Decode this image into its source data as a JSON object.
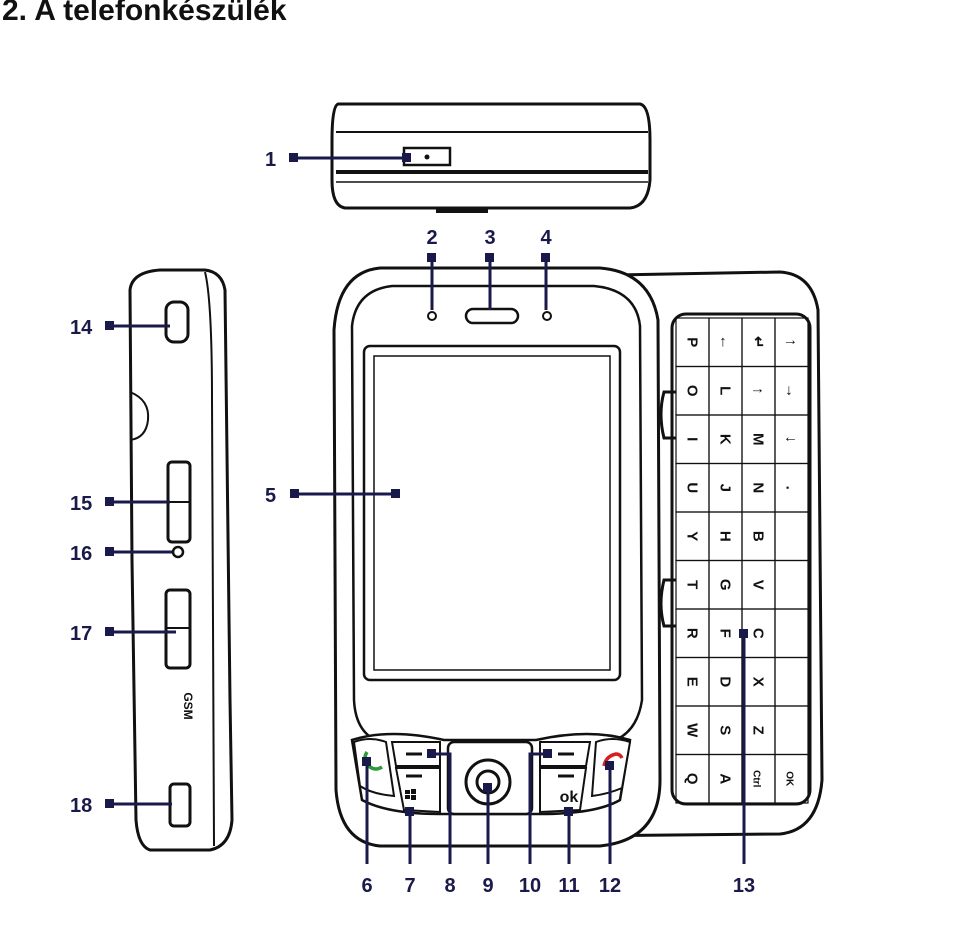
{
  "heading": "2. A telefonkészülék",
  "colors": {
    "outline": "#111111",
    "callout": "#1a1a4a",
    "call_green": "#2e9a3a",
    "end_red": "#d42020",
    "key_grey": "#9a9a9a"
  },
  "callouts": [
    {
      "number": "1"
    },
    {
      "number": "2"
    },
    {
      "number": "3"
    },
    {
      "number": "4"
    },
    {
      "number": "5"
    },
    {
      "number": "6"
    },
    {
      "number": "7"
    },
    {
      "number": "8"
    },
    {
      "number": "9"
    },
    {
      "number": "10"
    },
    {
      "number": "11"
    },
    {
      "number": "12"
    },
    {
      "number": "13"
    },
    {
      "number": "14"
    },
    {
      "number": "15"
    },
    {
      "number": "16"
    },
    {
      "number": "17"
    },
    {
      "number": "18"
    }
  ],
  "device_labels": {
    "ok_key": "ok",
    "side_mark": "GSM",
    "kbd_key_ctrl": "Ctrl",
    "kbd_key_ok": "OK"
  },
  "keyboard": {
    "rows": [
      [
        "P",
        "←",
        "↵",
        "↑"
      ],
      [
        "O",
        "L",
        "↑",
        "→"
      ],
      [
        "I",
        "K",
        "M",
        "↓"
      ],
      [
        "U",
        "J",
        "N",
        "."
      ],
      [
        "Y",
        "H",
        "B",
        ""
      ],
      [
        "T",
        "G",
        "V",
        ""
      ],
      [
        "R",
        "F",
        "C",
        ""
      ],
      [
        "E",
        "D",
        "X",
        ""
      ],
      [
        "W",
        "S",
        "Z",
        ""
      ],
      [
        "Q",
        "A",
        "Ctrl",
        "OK"
      ]
    ]
  }
}
